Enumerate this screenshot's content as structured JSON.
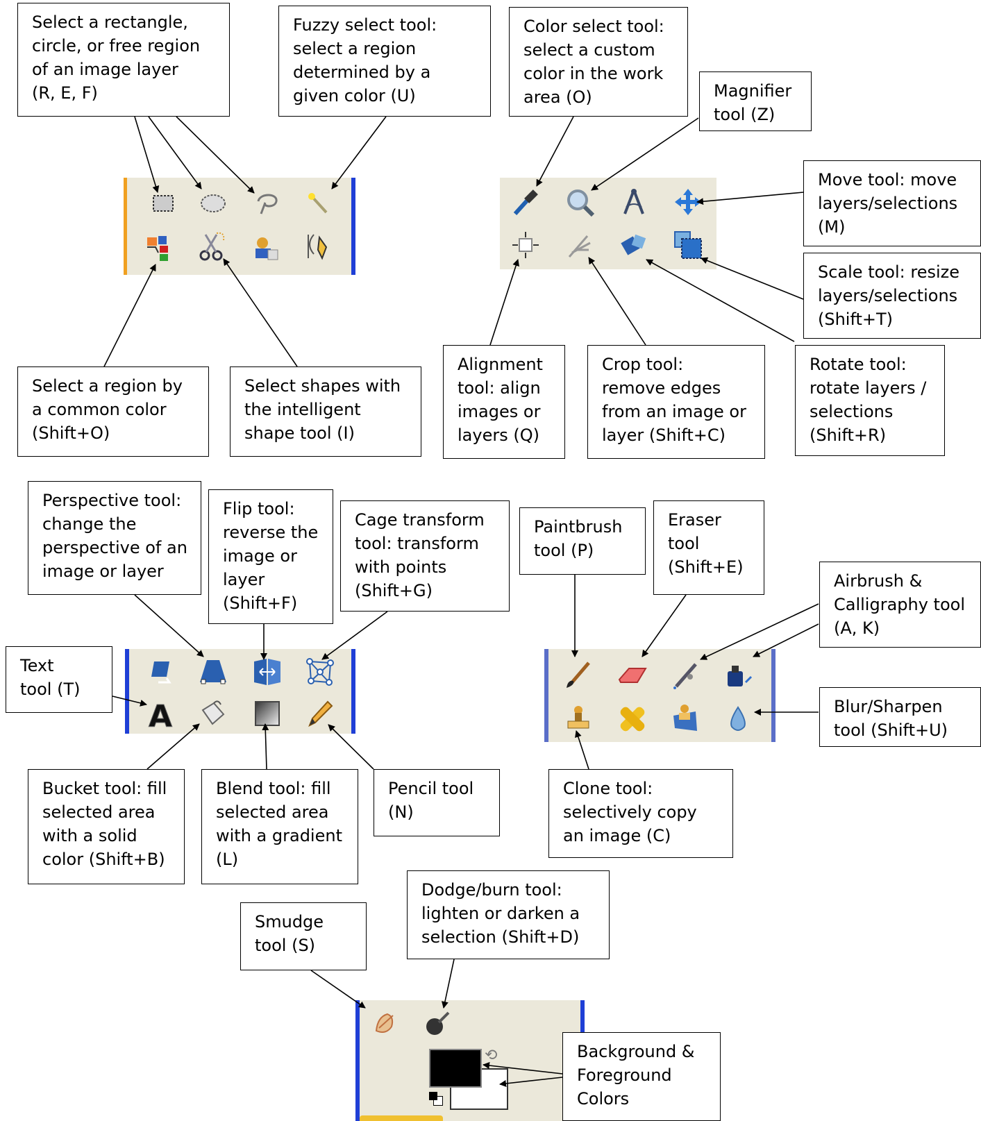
{
  "callouts": {
    "select_shapes": "Select a rectangle,\ncircle, or free region\nof an image layer\n(R, E, F)",
    "fuzzy_select": "Fuzzy select tool:\nselect a region\ndetermined by a\ngiven color (U)",
    "color_select": "Color select tool:\nselect a custom\ncolor in the work\narea (O)",
    "magnifier": "Magnifier\ntool (Z)",
    "move": "Move tool: move\nlayers/selections\n(M)",
    "scale": "Scale tool: resize\nlayers/selections\n(Shift+T)",
    "select_by_color": "Select a region by\na common color\n(Shift+O)",
    "intelligent_scissors": "Select shapes with\nthe intelligent\nshape tool (I)",
    "alignment": "Alignment\ntool: align\nimages or\nlayers (Q)",
    "crop": "Crop tool:\nremove edges\nfrom an image or\nlayer (Shift+C)",
    "rotate": "Rotate tool:\nrotate layers /\nselections\n(Shift+R)",
    "perspective": "Perspective tool:\nchange the\nperspective of an\nimage or layer",
    "flip": "Flip tool:\nreverse the\nimage or\nlayer\n(Shift+F)",
    "cage": "Cage transform\ntool: transform\nwith points\n(Shift+G)",
    "paintbrush": "Paintbrush\ntool (P)",
    "eraser": "Eraser\ntool\n(Shift+E)",
    "airbrush": "Airbrush &\nCalligraphy tool\n(A, K)",
    "text": "Text\ntool (T)",
    "blur": "Blur/Sharpen\ntool (Shift+U)",
    "bucket": "Bucket tool: fill\nselected area\nwith a solid\ncolor (Shift+B)",
    "blend": "Blend tool: fill\nselected area\nwith a gradient\n(L)",
    "pencil": "Pencil  tool\n(N)",
    "clone": "Clone tool:\nselectively copy\nan image (C)",
    "smudge": "Smudge\ntool (S)",
    "dodge": "Dodge/burn  tool:\nlighten or darken a\nselection (Shift+D)",
    "colors": "Background &\nForeground\nColors"
  },
  "icons": {
    "toolbar_selection": [
      "rect-select-icon",
      "ellipse-select-icon",
      "lasso-icon",
      "magic-wand-icon",
      "select-by-color-icon",
      "scissors-icon",
      "foreground-select-icon",
      "paths-icon"
    ],
    "toolbar_transform1": [
      "color-picker-icon",
      "magnifier-icon",
      "measure-icon",
      "move-icon",
      "align-icon",
      "crop-icon",
      "rotate-icon",
      "scale-icon"
    ],
    "toolbar_transform2": [
      "shear-icon",
      "perspective-icon",
      "flip-icon",
      "cage-icon",
      "text-icon",
      "bucket-icon",
      "blend-icon",
      "pencil-icon"
    ],
    "toolbar_paint": [
      "paintbrush-icon",
      "eraser-icon",
      "airbrush-icon",
      "ink-icon",
      "clone-icon",
      "heal-icon",
      "perspective-clone-icon",
      "blur-icon"
    ],
    "toolbar_bottom": [
      "smudge-icon",
      "dodge-burn-icon"
    ]
  },
  "colors": {
    "toolbar_bg": "#ebe8da",
    "toolbar_edge": "#1f3fd6",
    "foreground": "#000000",
    "background": "#ffffff"
  }
}
